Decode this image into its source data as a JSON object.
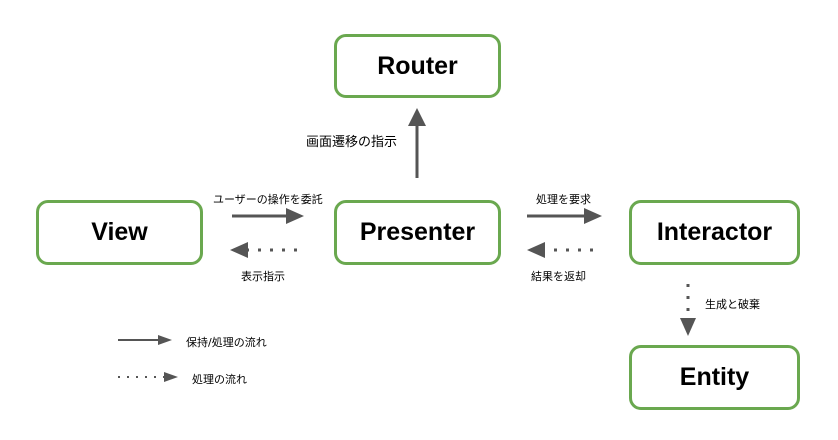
{
  "nodes": {
    "router": "Router",
    "view": "View",
    "presenter": "Presenter",
    "interactor": "Interactor",
    "entity": "Entity"
  },
  "edges": {
    "presenter_to_router": "画面遷移の指示",
    "view_to_presenter": "ユーザーの操作を委託",
    "presenter_to_view": "表示指示",
    "presenter_to_interactor": "処理を要求",
    "interactor_to_presenter": "結果を返却",
    "interactor_to_entity": "生成と破棄"
  },
  "legend": {
    "solid": "保持/処理の流れ",
    "dotted": "処理の流れ"
  },
  "colors": {
    "node_border": "#6aa84f",
    "arrow": "#555555"
  }
}
